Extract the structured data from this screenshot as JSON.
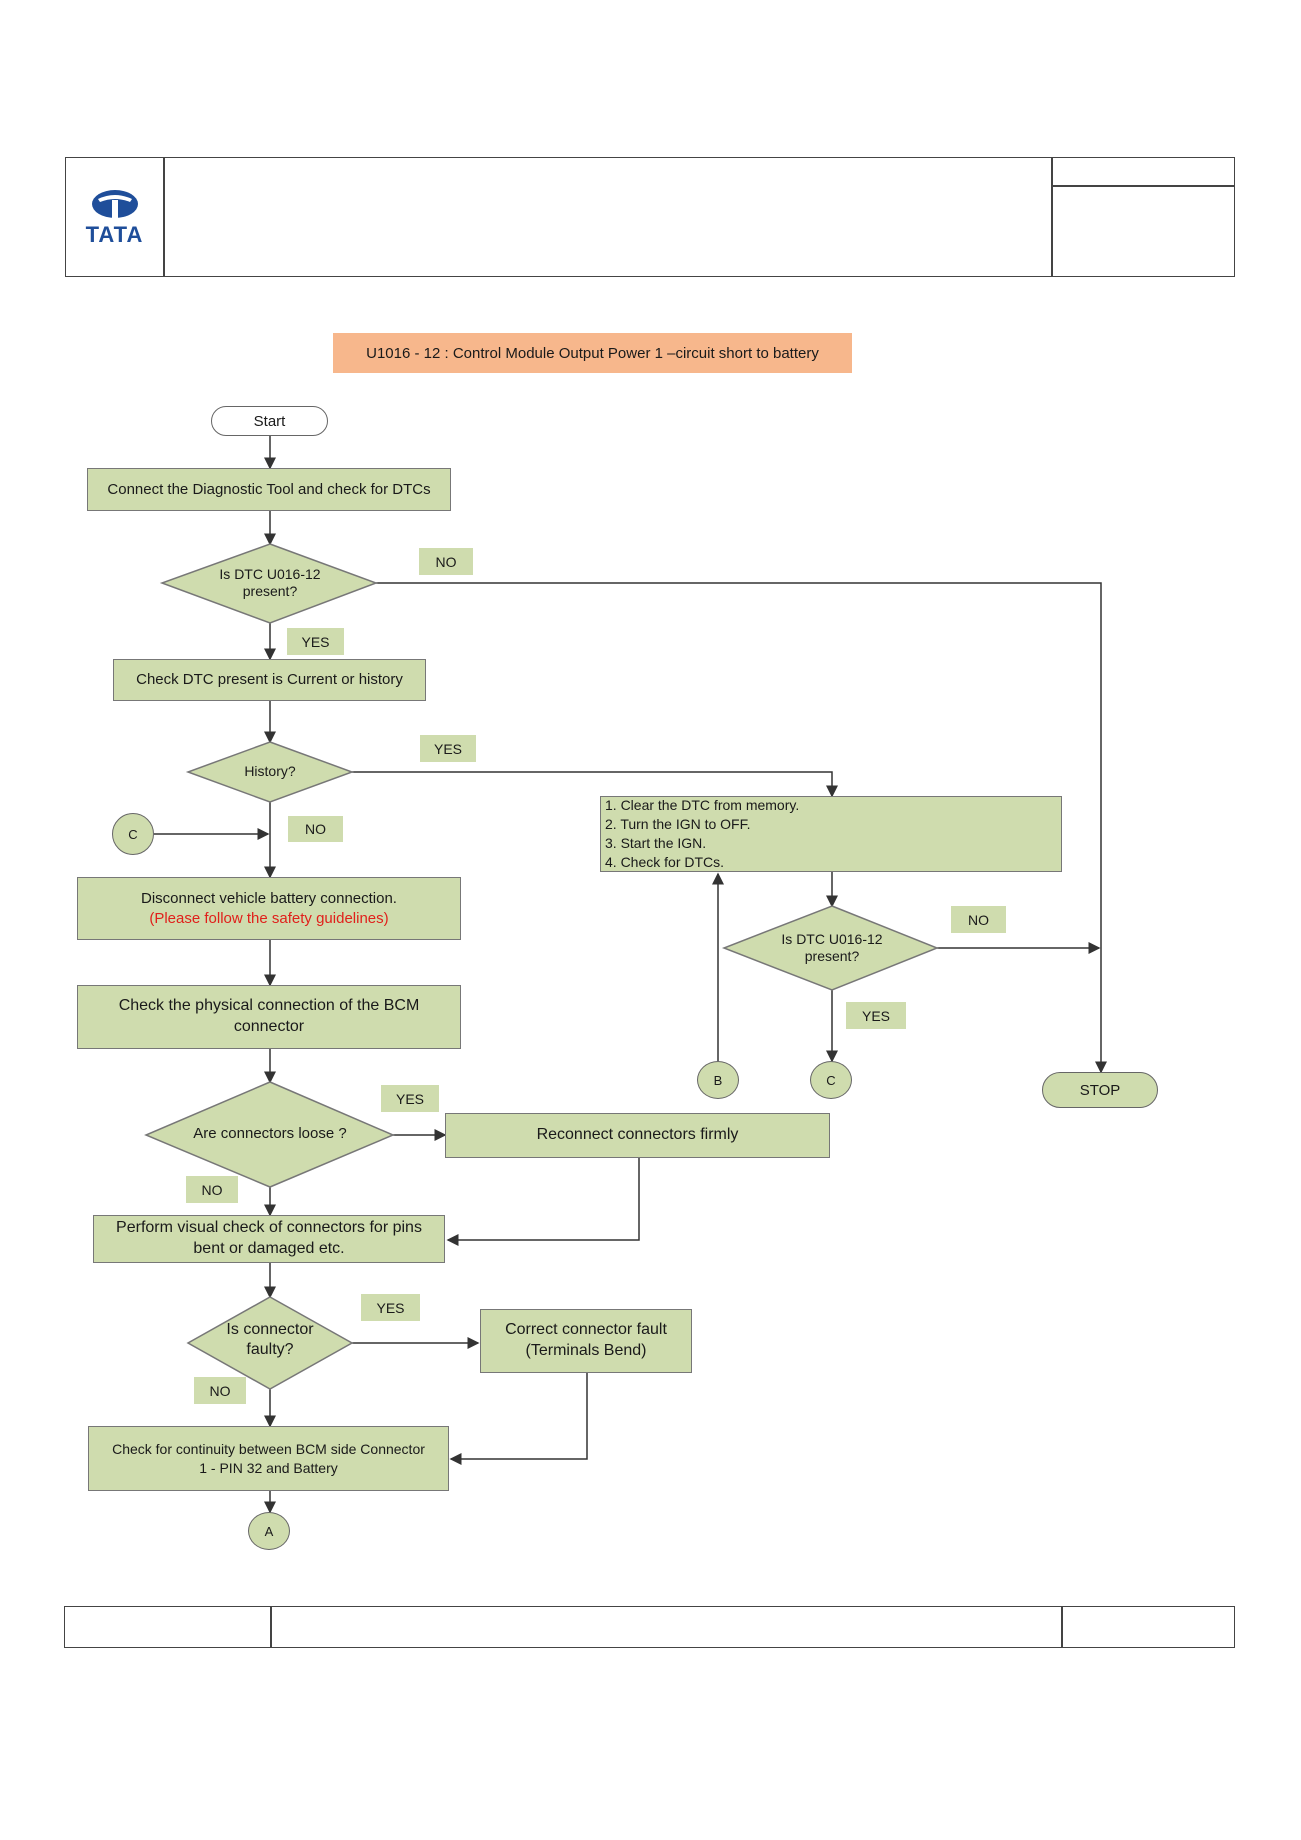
{
  "header": {
    "logo_text": "TATA"
  },
  "flow_title": "U1016 - 12 : Control Module Output Power 1 –circuit short to battery",
  "nodes": {
    "start": "Start",
    "connect_tool": "Connect the Diagnostic Tool and check for DTCs",
    "dtc_present_1": "Is DTC U016-12 present?",
    "check_current": "Check DTC present is Current or history",
    "history": "History?",
    "clear_steps": [
      "1. Clear the DTC from memory.",
      "2. Turn the IGN to OFF.",
      "3. Start the IGN.",
      "4. Check for DTCs."
    ],
    "dtc_present_2": "Is DTC U016-12 present?",
    "disconnect_battery": "Disconnect vehicle battery connection.",
    "safety_note": "(Please follow the safety guidelines)",
    "check_physical": "Check the physical connection of the BCM connector",
    "connectors_loose": "Are connectors loose ?",
    "reconnect": "Reconnect connectors firmly",
    "visual_check": "Perform visual check of connectors for pins bent or damaged etc.",
    "connector_faulty": "Is connector faulty?",
    "correct_fault": "Correct connector fault (Terminals Bend)",
    "continuity": "Check for continuity between BCM side Connector 1 - PIN 32 and Battery",
    "stop": "STOP"
  },
  "connectors": {
    "c_left": "C",
    "b": "B",
    "c_right": "C",
    "a": "A"
  },
  "labels": {
    "no_1": "NO",
    "yes_1": "YES",
    "yes_history": "YES",
    "no_history": "NO",
    "no_2": "NO",
    "yes_2": "YES",
    "yes_loose": "YES",
    "no_loose": "NO",
    "yes_faulty": "YES",
    "no_faulty": "NO"
  },
  "colors": {
    "box_fill": "#cfdcae",
    "title_fill": "#f7b78c",
    "logo_blue": "#1f4e9a",
    "warning_red": "#e0201b"
  }
}
